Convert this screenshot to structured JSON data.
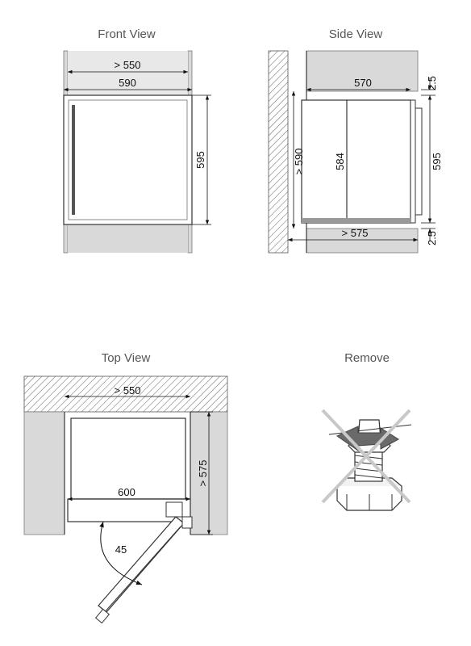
{
  "titles": {
    "front": "Front View",
    "side": "Side View",
    "top": "Top View",
    "remove": "Remove"
  },
  "front": {
    "niche_width": "> 550",
    "appliance_width": "590",
    "appliance_height": "595"
  },
  "side": {
    "depth": "570",
    "top_gap": "2.5",
    "niche_height": "> 590",
    "body_height": "584",
    "total_height": "595",
    "niche_depth": "> 575",
    "bottom_gap": "2.5"
  },
  "top": {
    "niche_width": "> 550",
    "appliance_width": "600",
    "niche_depth": "> 575",
    "door_angle": "45"
  },
  "colors": {
    "wall_fill": "#d9d9d9",
    "line": "#111111",
    "cross": "#c8c8c8",
    "arrow": "#666666"
  }
}
